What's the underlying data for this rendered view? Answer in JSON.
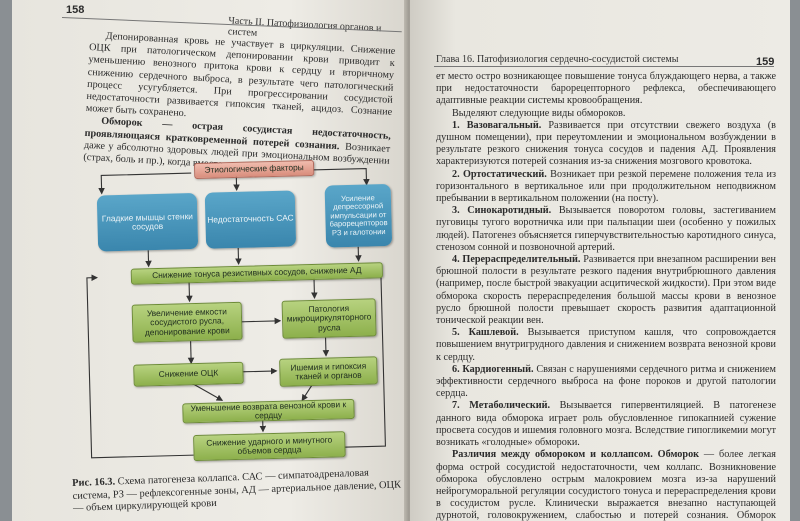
{
  "left_page": {
    "page_number": "158",
    "running_head": "Часть II. Патофизиология органов и систем",
    "paragraph1": "Депонированная кровь не участвует в циркуляции. Снижение ОЦК при патологическом депонировании крови приводит к уменьшению венозного притока крови к сердцу и вторичному снижению сердечного выброса, в результате чего патологический процесс усугубляется. При прогрессировании сосудистой недостаточности развивается гипоксия тканей, ацидоз. Сознание может быть сохранено.",
    "paragraph2_bold": "Обморок — острая сосудистая недостаточность, проявляющаяся кратковременной потерей сознания.",
    "paragraph2_rest": " Возникает даже у абсолютно здоровых людей при эмоциональном возбуждении (страх, боль и пр.), когда вместо",
    "diagram": {
      "top": "Этиологические факторы",
      "cause1": "Гладкие мышцы стенки сосудов",
      "cause2": "Недостаточность САС",
      "cause3": "Усиление депрессорной импульсации от барорецепторов РЗ и галотонии",
      "step1": "Снижение тонуса резистивных сосудов, снижение АД",
      "step2": "Увеличение емкости сосудистого русла, депонирование крови",
      "step3": "Патология микроциркуляторного русла",
      "step4": "Снижение ОЦК",
      "step5": "Ишемия и гипоксия тканей и органов",
      "step6": "Уменьшение возврата венозной крови к сердцу",
      "step7": "Снижение ударного и минутного объемов сердца"
    },
    "caption_bold": "Рис. 16.3.",
    "caption_rest": " Схема патогенеза коллапса. САС — симпатоадреналовая система, РЗ — рефлексогенные зоны, АД — артериальное давление, ОЦК — объем циркулирующей крови"
  },
  "right_page": {
    "running_head": "Глава 16. Патофизиология сердечно-сосудистой системы",
    "page_number": "159",
    "intro": "ет место остро возникающее повышение тонуса блуждающего нерва, а также при недостаточности барорецепторного рефлекса, обеспечивающего адаптивные реакции системы кровообращения.",
    "types_heading": "Выделяют следующие виды обмороков.",
    "items": [
      {
        "title": "1. Вазовагальный.",
        "text": " Развивается при отсутствии свежего воздуха (в душном помещении), при переутомлении и эмоциональном возбуждении в результате резкого снижения тонуса сосудов и падения АД. Проявления характеризуются потерей сознания из-за снижения мозгового кровотока."
      },
      {
        "title": "2. Ортостатический.",
        "text": " Возникает при резкой перемене положения тела из горизонтального в вертикальное или при продолжительном неподвижном пребывании в вертикальном положении (на посту)."
      },
      {
        "title": "3. Синокаротидный.",
        "text": " Вызывается поворотом головы, застегиванием пуговицы тугого воротничка или при пальпации шеи (особенно у пожилых людей). Патогенез объясняется гиперчувствительностью каротидного синуса, стенозом сонной и позвоночной артерий."
      },
      {
        "title": "4. Перераспределительный.",
        "text": " Развивается при внезапном расширении вен брюшной полости в результате резкого падения внутрибрюшного давления (например, после быстрой эвакуации асцитической жидкости). При этом виде обморока скорость перераспределения большой массы крови в венозное русло брюшной полости превышает скорость развития адаптационной тонической реакции вен."
      },
      {
        "title": "5. Кашлевой.",
        "text": " Вызывается приступом кашля, что сопровождается повышением внутригрудного давления и снижением возврата венозной крови к сердцу."
      },
      {
        "title": "6. Кардиогенный.",
        "text": " Связан с нарушениями сердечного ритма и снижением эффективности сердечного выброса на фоне пороков и другой патологии сердца."
      },
      {
        "title": "7. Метаболический.",
        "text": " Вызывается гипервентиляцией. В патогенезе данного вида обморока играет роль обусловленное гипокапнией сужение просвета сосудов и ишемия головного мозга. Вследствие гипогликемии могут возникать «голодные» обмороки."
      }
    ],
    "diff_bold": "Различия между обмороком и коллапсом. Обморок",
    "diff_rest": " — более легкая форма острой сосудистой недостаточности, чем коллапс. Возникновение обморока обусловлено острым малокровием мозга из-за нарушений нейрогуморальной регуляции сосудистого тонуса и перераспределения крови в сосудистом русле. Клинически выражается внезапно наступающей дурнотой, головокружением, слабостью и потерей сознания. Обморок протекает кратковременно, вызывается, как правило, незначительной причиной (духота, переутомление, испуг, нарушение ре-"
  }
}
